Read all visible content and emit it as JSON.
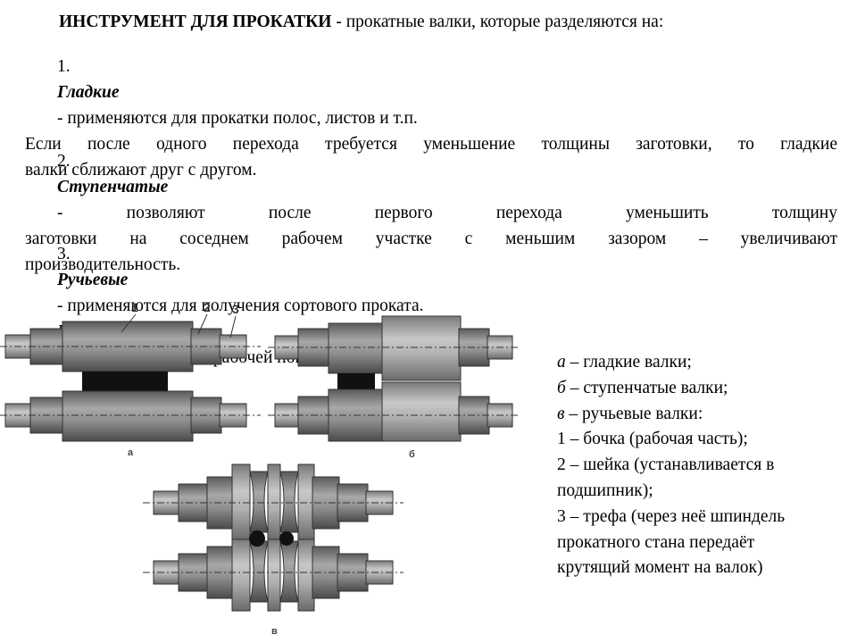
{
  "title": {
    "bold": "ИНСТРУМЕНТ ДЛЯ ПРОКАТКИ",
    "rest": " - прокатные валки, которые разделяются на:"
  },
  "item1": {
    "num": "1. ",
    "term": "Гладкие",
    "rest": " - применяются для прокатки полос, листов и т.п.",
    "line2": "Если после одного перехода требуется уменьшение толщины заготовки, то гладкие",
    "line3": "валки сближают друг с другом."
  },
  "item2": {
    "num": "2. ",
    "term": "Ступенчатые",
    "rest": " - позволяют после первого перехода уменьшить толщину",
    "line2": "заготовки на соседнем рабочем участке с меньшим зазором – увеличивают",
    "line3": "производительность."
  },
  "item3": {
    "num": "3. ",
    "term": "Ручьевые",
    "rest": " - применяются для получения сортового проката.",
    "line2_term": "Ручьём",
    "line2_rest": " называется вырез на рабочей поверхности валка."
  },
  "figure": {
    "label_a": "а",
    "label_b": "б",
    "label_c": "в",
    "callout_1": "1",
    "callout_2": "2",
    "callout_3": "3",
    "roll_color": "#8c8c8c",
    "gap_color": "#111111"
  },
  "legend": [
    {
      "key": "а",
      "text": " – гладкие валки;"
    },
    {
      "key": "б",
      "text": " – ступенчатые валки;"
    },
    {
      "key": "в",
      "text": " – ручьевые валки:"
    },
    {
      "key": "",
      "text": "1 – бочка (рабочая часть);"
    },
    {
      "key": "",
      "text": "2 – шейка (устанавливается в"
    },
    {
      "key": "",
      "text": "подшипник);"
    },
    {
      "key": "",
      "text": "3 – трефа (через неё шпиндель"
    },
    {
      "key": "",
      "text": "прокатного стана передаёт"
    },
    {
      "key": "",
      "text": "крутящий момент на валок)"
    }
  ]
}
